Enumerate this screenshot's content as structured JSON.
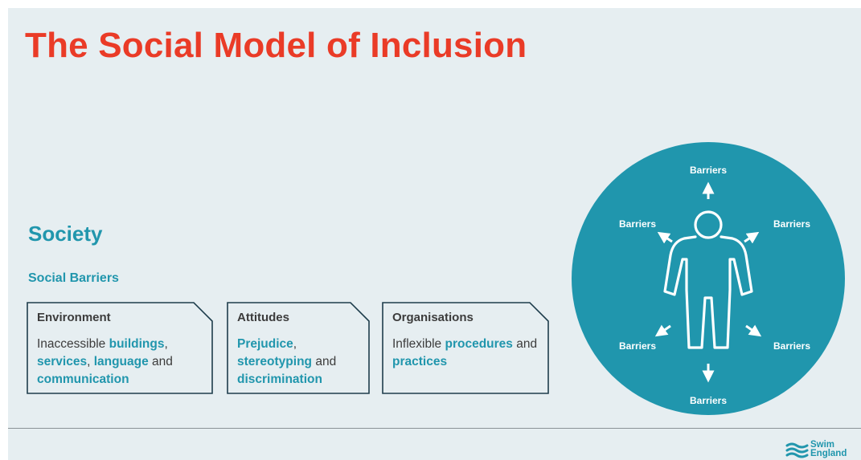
{
  "title": "The Social Model of Inclusion",
  "society": {
    "heading": "Society",
    "subheading": "Social Barriers"
  },
  "cards": [
    {
      "title": "Environment",
      "body": [
        {
          "t": "Inaccessible ",
          "kw": false
        },
        {
          "t": "buildings",
          "kw": true
        },
        {
          "t": ", ",
          "kw": false
        },
        {
          "t": "services",
          "kw": true
        },
        {
          "t": ", ",
          "kw": false
        },
        {
          "t": "language",
          "kw": true
        },
        {
          "t": " and ",
          "kw": false
        },
        {
          "t": "communication",
          "kw": true
        }
      ]
    },
    {
      "title": "Attitudes",
      "body": [
        {
          "t": "Prejudice",
          "kw": true
        },
        {
          "t": ", ",
          "kw": false
        },
        {
          "t": "stereotyping",
          "kw": true
        },
        {
          "t": " and ",
          "kw": false
        },
        {
          "t": "discrimination",
          "kw": true
        }
      ]
    },
    {
      "title": "Organisations",
      "body": [
        {
          "t": "Inflexible ",
          "kw": false
        },
        {
          "t": "procedures",
          "kw": true
        },
        {
          "t": " and ",
          "kw": false
        },
        {
          "t": "practices",
          "kw": true
        }
      ]
    }
  ],
  "diagram": {
    "labels": [
      "Barriers",
      "Barriers",
      "Barriers",
      "Barriers",
      "Barriers",
      "Barriers"
    ],
    "icon": "person-outline-icon"
  },
  "logo": {
    "line1": "Swim",
    "line2": "England"
  },
  "colors": {
    "title": "#ea3b27",
    "accent": "#2196ad",
    "background": "#e6eef1",
    "text": "#3c3c3c",
    "card_border": "#1e3d4c"
  }
}
